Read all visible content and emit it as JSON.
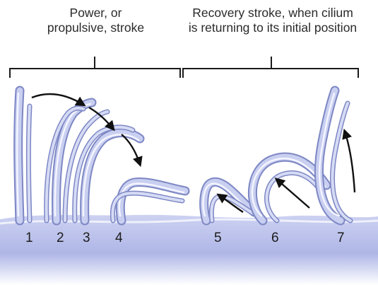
{
  "labels": {
    "power_line1": "Power, or",
    "power_line2": "propulsive, stroke",
    "recovery_line1": "Recovery stroke, when cilium",
    "recovery_line2": "is returning to its initial position"
  },
  "positions": [
    "1",
    "2",
    "3",
    "4",
    "5",
    "6",
    "7"
  ],
  "colors": {
    "cilium_fill": "#c9cff0",
    "cilium_edge": "#7d87c4",
    "cilium_highlight": "#f4f5ff",
    "surface": "#b9c0ea",
    "arrow": "#111111",
    "bracket": "#1a1a1a"
  }
}
